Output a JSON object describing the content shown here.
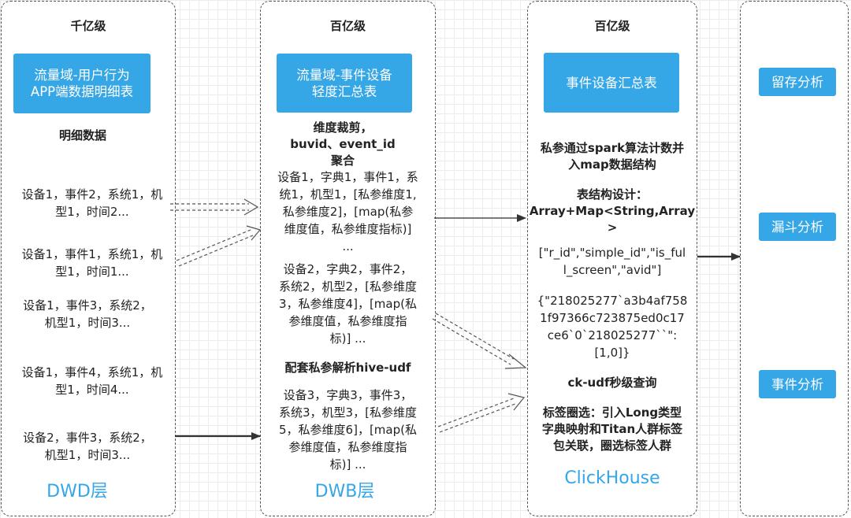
{
  "dwd": {
    "heading": "千亿级",
    "table": [
      "流量域-用户行为",
      "APP端数据明细表"
    ],
    "section": "明细数据",
    "rows": [
      [
        "设备1，事件2，系统1，机",
        "型1，时间2..."
      ],
      [
        "设备1，事件1，系统1，机",
        "型1，时间1..."
      ],
      [
        "设备1，事件3，系统2，",
        "机型1，时间3..."
      ],
      [
        "设备1，事件4，系统1，机",
        "型1，时间4..."
      ],
      [
        "设备2，事件3，系统2，",
        "机型1，时间3..."
      ]
    ],
    "footer": "DWD层"
  },
  "dwb": {
    "heading": "百亿级",
    "table": [
      "流量域-事件设备",
      "轻度汇总表"
    ],
    "ops": [
      "维度裁剪，",
      "buvid、event_id",
      "聚合"
    ],
    "row1": [
      "设备1，字典1，事件1，系",
      "统1，机型1，[私参维度1,",
      "私参维度2]，[map(私参",
      "维度值，私参维度指标)]",
      "..."
    ],
    "row2": [
      "设备2，字典2，事件2，",
      "系统2，机型2，[私参维度",
      "3，私参维度4]，[map(私",
      "参维度值，私参维度指",
      "标)] ..."
    ],
    "udf": "配套私参解析hive-udf",
    "row3": [
      "设备3，字典3，事件3，",
      "系统3，机型3，[私参维度",
      "5，私参维度6]，[map(私",
      "参维度值，私参维度指",
      "标)] ..."
    ],
    "footer": "DWB层"
  },
  "ck": {
    "heading": "百亿级",
    "table": "事件设备汇总表",
    "desc1": [
      "私参通过spark算法计数并",
      "入map数据结构"
    ],
    "desc2": [
      "表结构设计：",
      "Array+Map<String,Array",
      ">"
    ],
    "sample1": [
      "[\"r_id\",\"simple_id\",\"is_ful",
      "l_screen\",\"avid\"]"
    ],
    "sample2": [
      "{\"218025277`a3b4af758",
      "1f97366c723875ed0c17",
      "ce6`0`218025277``\":",
      "[1,0]}"
    ],
    "query": "ck-udf秒级查询",
    "tags": [
      "标签圈选：引入Long类型",
      "字典映射和Titan人群标签",
      "包关联，圈选标签人群"
    ],
    "footer": "ClickHouse"
  },
  "analysis": {
    "buttons": [
      "留存分析",
      "漏斗分析",
      "事件分析"
    ]
  },
  "colors": {
    "accent": "#35a6e6",
    "border": "#555555",
    "text": "#222222"
  }
}
